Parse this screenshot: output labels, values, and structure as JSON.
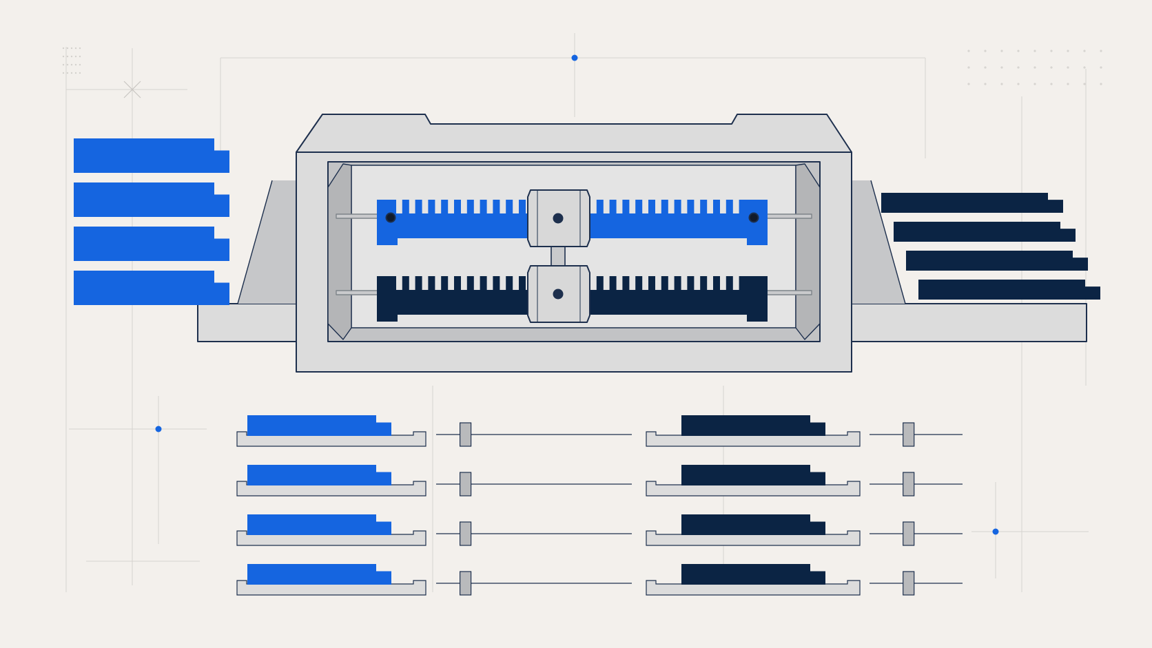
{
  "colors": {
    "background": "#f3f0ec",
    "blue": "#1565e0",
    "navy": "#0b2444",
    "gray_fill": "#dcdcdc",
    "gray_dark": "#b9babc",
    "outline": "#1d2f4d",
    "guide": "#d3d0cc"
  },
  "icons": {
    "left_stack": "blue-bar-stack",
    "right_stack": "navy-bar-stack",
    "machine": "rack-and-pinion-mechanism",
    "rows": "bar-on-tray-with-slider"
  },
  "left_bar_count": 4,
  "right_bar_count": 4,
  "lower_rows": [
    {
      "left_slider": 0.15,
      "right_slider": 0.42
    },
    {
      "left_slider": 0.15,
      "right_slider": 0.42
    },
    {
      "left_slider": 0.15,
      "right_slider": 0.42
    },
    {
      "left_slider": 0.15,
      "right_slider": 0.42
    }
  ]
}
